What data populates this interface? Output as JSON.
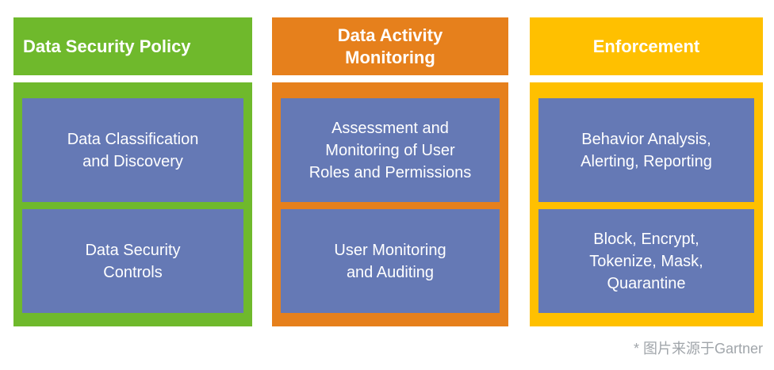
{
  "footnote": "* 图片来源于Gartner",
  "colors": {
    "green": "#6FB92C",
    "orange": "#E6801C",
    "yellow": "#FFC000",
    "box_blue": "#6579B5",
    "footnote_gray": "#A0A5AA",
    "text_white": "#FFFFFF"
  },
  "columns": [
    {
      "id": "data-security-policy",
      "title": "Data Security Policy",
      "color": "#6FB92C",
      "items": [
        {
          "label": "Data Classification\nand Discovery"
        },
        {
          "label": "Data Security\nControls"
        }
      ]
    },
    {
      "id": "data-activity-monitoring",
      "title": "Data Activity\nMonitoring",
      "color": "#E6801C",
      "items": [
        {
          "label": "Assessment and\nMonitoring of User\nRoles and Permissions"
        },
        {
          "label": "User Monitoring\nand Auditing"
        }
      ]
    },
    {
      "id": "enforcement",
      "title": "Enforcement",
      "color": "#FFC000",
      "items": [
        {
          "label": "Behavior Analysis,\nAlerting, Reporting"
        },
        {
          "label": "Block, Encrypt,\nTokenize, Mask,\nQuarantine"
        }
      ]
    }
  ]
}
